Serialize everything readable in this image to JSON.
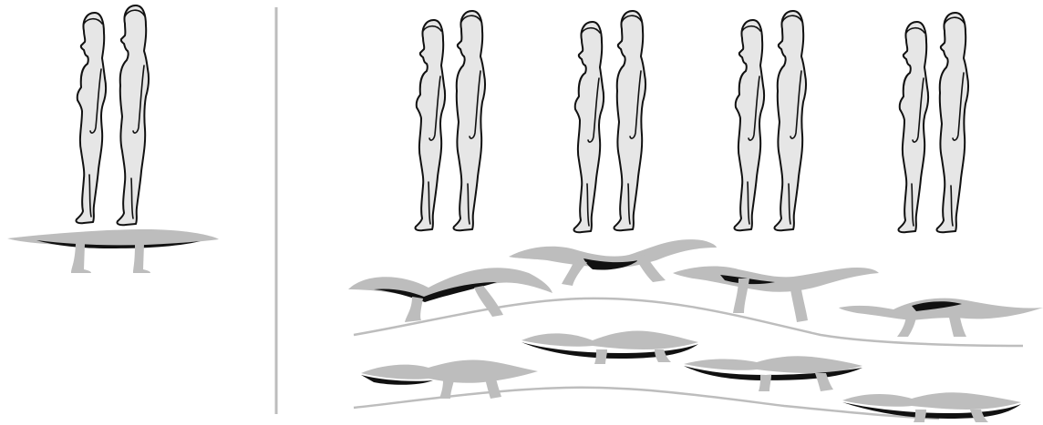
{
  "diagram": {
    "colors": {
      "background": "#ffffff",
      "figure_fill": "#e6e6e6",
      "outline": "#111111",
      "platform_gray": "#bdbdbd",
      "platform_underside": "#111111",
      "ground_line": "#bdbdbd",
      "divider": "#bdbdbd"
    },
    "left_panel": {
      "pairs": 1,
      "platforms": 1
    },
    "right_panel": {
      "figure_pairs": 4,
      "large_platform_strip_platforms": 4,
      "small_platform_strip_platforms": 4
    }
  }
}
